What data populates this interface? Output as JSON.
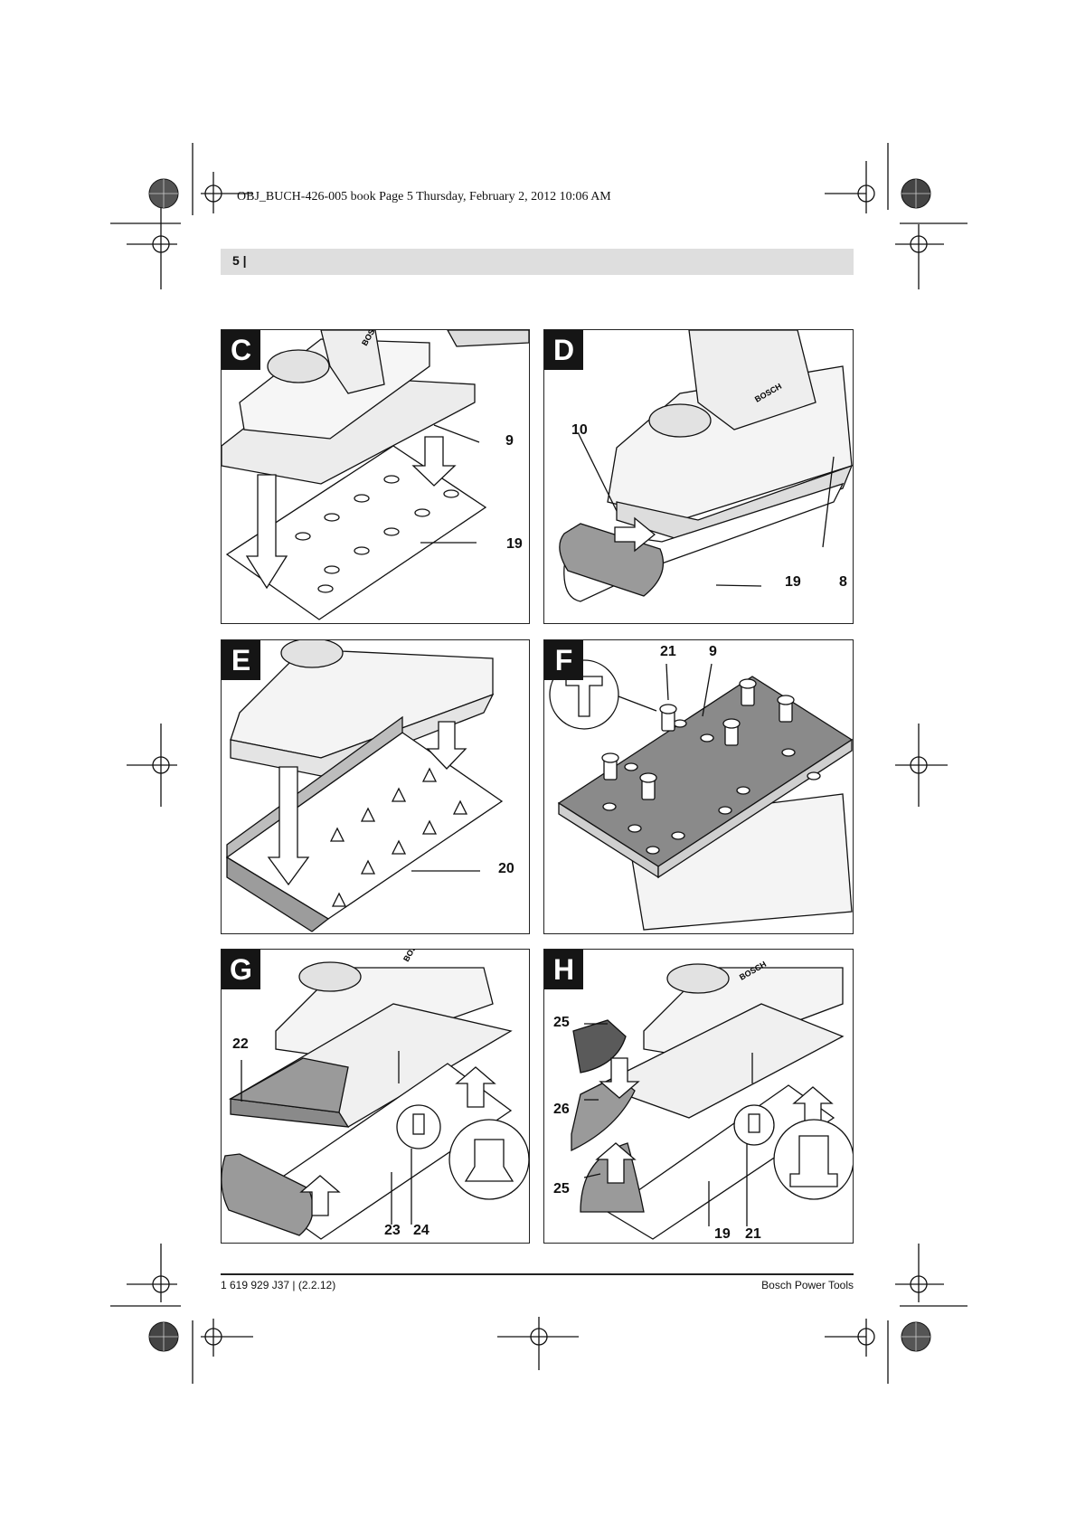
{
  "header": {
    "print_line": "OBJ_BUCH-426-005 book  Page 5  Thursday, February 2, 2012  10:06 AM",
    "page_number": "5 |"
  },
  "figures": [
    {
      "letter": "C",
      "callouts": [
        "9",
        "19"
      ]
    },
    {
      "letter": "D",
      "callouts": [
        "10",
        "19",
        "8"
      ]
    },
    {
      "letter": "E",
      "callouts": [
        "20"
      ]
    },
    {
      "letter": "F",
      "callouts": [
        "21",
        "9"
      ]
    },
    {
      "letter": "G",
      "callouts": [
        "22",
        "23",
        "24"
      ]
    },
    {
      "letter": "H",
      "callouts": [
        "25",
        "26",
        "25",
        "19",
        "21"
      ]
    }
  ],
  "brand_mark": "BOSCH",
  "footer": {
    "doc_code": "1 619 929 J37 | (2.2.12)",
    "brand": "Bosch Power Tools"
  },
  "colors": {
    "ink": "#111111",
    "band": "#dedede",
    "pad_gray": "#8a8a8a"
  }
}
